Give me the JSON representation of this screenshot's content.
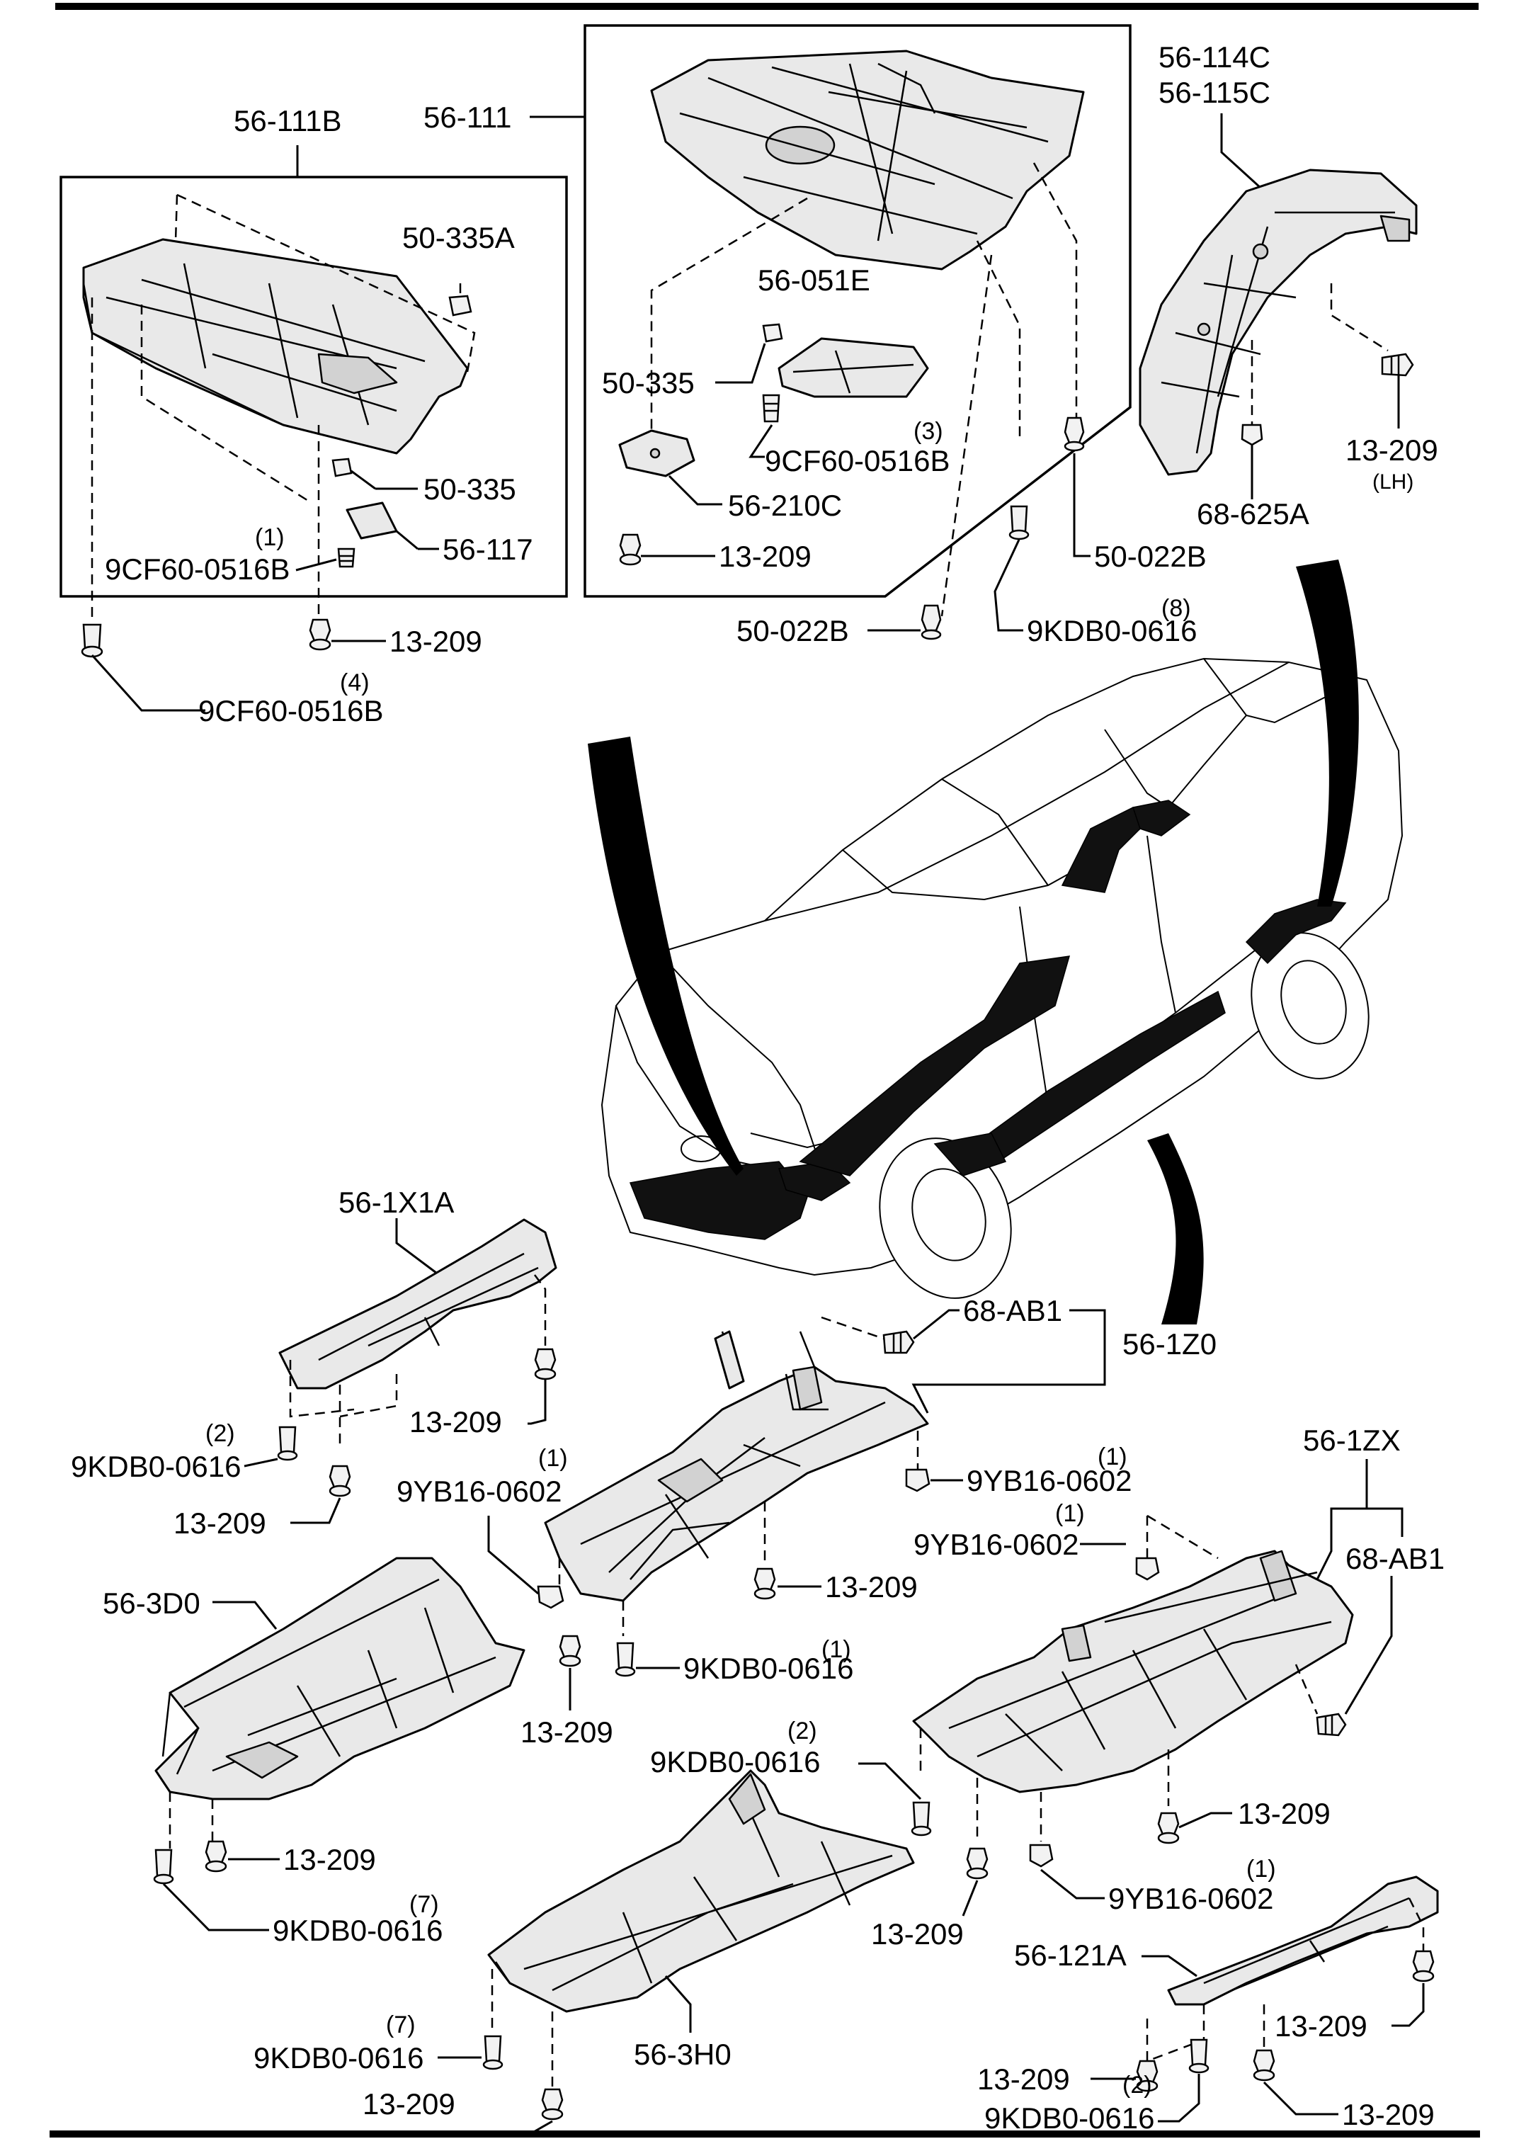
{
  "labels": {
    "p56_111B": "56-111B",
    "p56_111": "56-111",
    "p56_114C": "56-114C",
    "p56_115C": "56-115C",
    "p50_335A": "50-335A",
    "p56_051E": "56-051E",
    "p50_335_inner": "50-335",
    "p9CF_inner": "9CF60-0516B",
    "q9CF_inner": "(3)",
    "p56_210C": "56-210C",
    "p13_209_inner": "13-209",
    "p50_022B_inner": "50-022B",
    "p13_209_lh": "13-209",
    "lh": "(LH)",
    "p68_625A": "68-625A",
    "p50_335_left": "50-335",
    "p56_117": "56-117",
    "q9CF_left": "(1)",
    "p9CF_left": "9CF60-0516B",
    "p13_209_left": "13-209",
    "q9CF_bottom": "(4)",
    "p9CF_bottom": "9CF60-0516B",
    "p50_022B_outer": "50-022B",
    "q9KDB_8": "(8)",
    "p9KDB_8": "9KDB0-0616",
    "p56_1X1A": "56-1X1A",
    "p68_AB1_a": "68-AB1",
    "p56_1Z0": "56-1Z0",
    "p13_209_x1": "13-209",
    "q9KDB_2a": "(2)",
    "p9KDB_2a": "9KDB0-0616",
    "q9YB_a": "(1)",
    "p9YB_a": "9YB16-0602",
    "q9YB_b": "(1)",
    "p9YB_b": "9YB16-0602",
    "p56_1ZX": "56-1ZX",
    "p13_209_x2": "13-209",
    "q9YB_c": "(1)",
    "p9YB_c": "9YB16-0602",
    "p68_AB1_b": "68-AB1",
    "p56_3D0": "56-3D0",
    "p13_209_z0": "13-209",
    "p13_209_z0b": "13-209",
    "q9KDB_1": "(1)",
    "p9KDB_1": "9KDB0-0616",
    "q9KDB_2b": "(2)",
    "p9KDB_2b": "9KDB0-0616",
    "p13_209_zx": "13-209",
    "p13_209_3d0": "13-209",
    "q9KDB_7a": "(7)",
    "p9KDB_7a": "9KDB0-0616",
    "q9YB_d": "(1)",
    "p9YB_d": "9YB16-0602",
    "p13_209_zx2": "13-209",
    "p56_121A": "56-121A",
    "q9KDB_7b": "(7)",
    "p9KDB_7b": "9KDB0-0616",
    "p56_3H0": "56-3H0",
    "p13_209_121a": "13-209",
    "p13_209_121b": "13-209",
    "p13_209_3h0": "13-209",
    "q9KDB_2c": "(2)",
    "p9KDB_2c": "9KDB0-0616",
    "p13_209_121c": "13-209"
  }
}
